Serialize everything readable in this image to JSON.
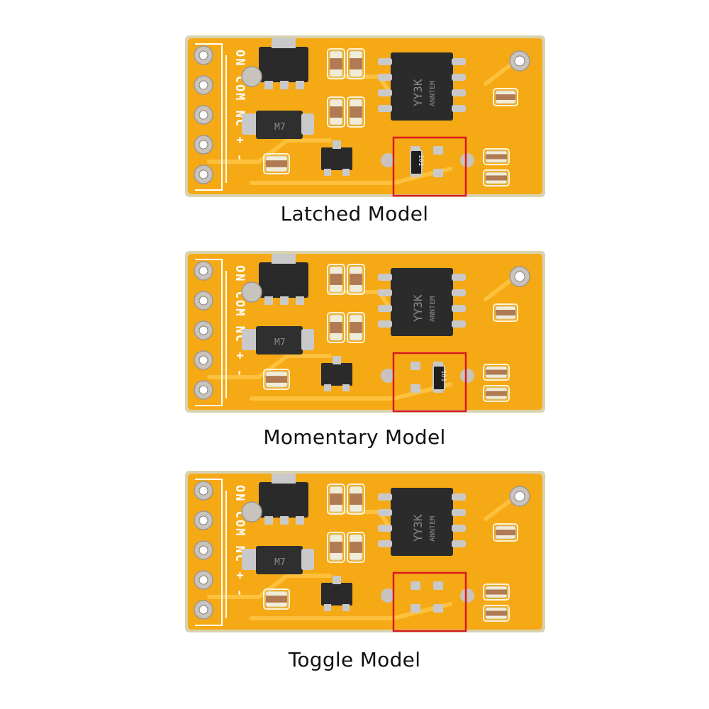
{
  "boards": [
    {
      "caption": "Latched Model",
      "chip_code": "YY3K",
      "chip_brand": "ANNTEM",
      "mosfet_marking": "M7",
      "resistor_marking": "101",
      "resistor_position": "left",
      "pin_labels": [
        "ON",
        "COM",
        "NC",
        "+",
        "-"
      ],
      "highlight_color": "#d7191c"
    },
    {
      "caption": "Momentary Model",
      "chip_code": "YY3K",
      "chip_brand": "ANNTEM",
      "mosfet_marking": "M7",
      "resistor_marking": "101",
      "resistor_position": "right",
      "pin_labels": [
        "ON",
        "COM",
        "NC",
        "+",
        "-"
      ],
      "highlight_color": "#d7191c"
    },
    {
      "caption": "Toggle Model",
      "chip_code": "YY3K",
      "chip_brand": "ANNTEM",
      "mosfet_marking": "M7",
      "resistor_marking": "",
      "resistor_position": "none",
      "pin_labels": [
        "ON",
        "COM",
        "NC",
        "+",
        "-"
      ],
      "highlight_color": "#d7191c"
    }
  ]
}
